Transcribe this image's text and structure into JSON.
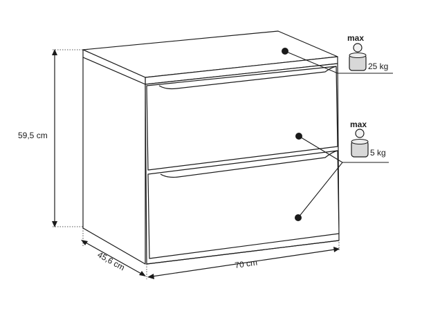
{
  "dimensions": {
    "height": "59,5 cm",
    "depth": "45,6 cm",
    "width": "70 cm"
  },
  "load_limits": {
    "top": {
      "qualifier": "max",
      "weight": "25 kg"
    },
    "drawer": {
      "qualifier": "max",
      "weight": "5 kg"
    }
  },
  "colors": {
    "line": "#1a1a1a",
    "fill": "#ffffff"
  }
}
